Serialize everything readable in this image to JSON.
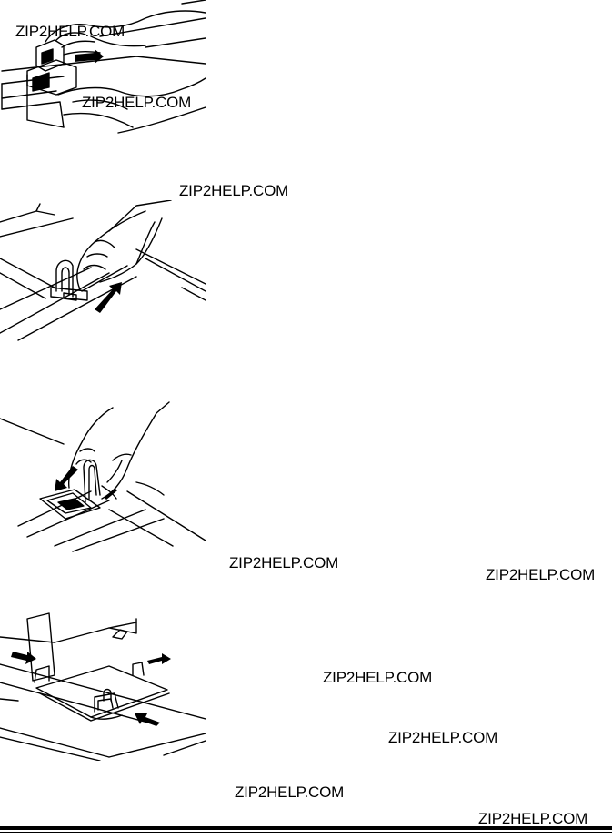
{
  "watermarks": [
    "ZIP2HELP.COM",
    "ZIP2HELP.COM",
    "ZIP2HELP.COM",
    "ZIP2HELP.COM",
    "ZIP2HELP.COM",
    "ZIP2HELP.COM",
    "ZIP2HELP.COM",
    "ZIP2HELP.COM",
    "ZIP2HELP.COM"
  ],
  "illustrations": [
    {
      "name": "hands-pulling-tray"
    },
    {
      "name": "hand-sliding-end-guide"
    },
    {
      "name": "hands-lifting-guide-lock"
    },
    {
      "name": "paper-loaded-side-guides"
    }
  ],
  "colors": {
    "ink": "#000000",
    "paper": "#ffffff"
  }
}
